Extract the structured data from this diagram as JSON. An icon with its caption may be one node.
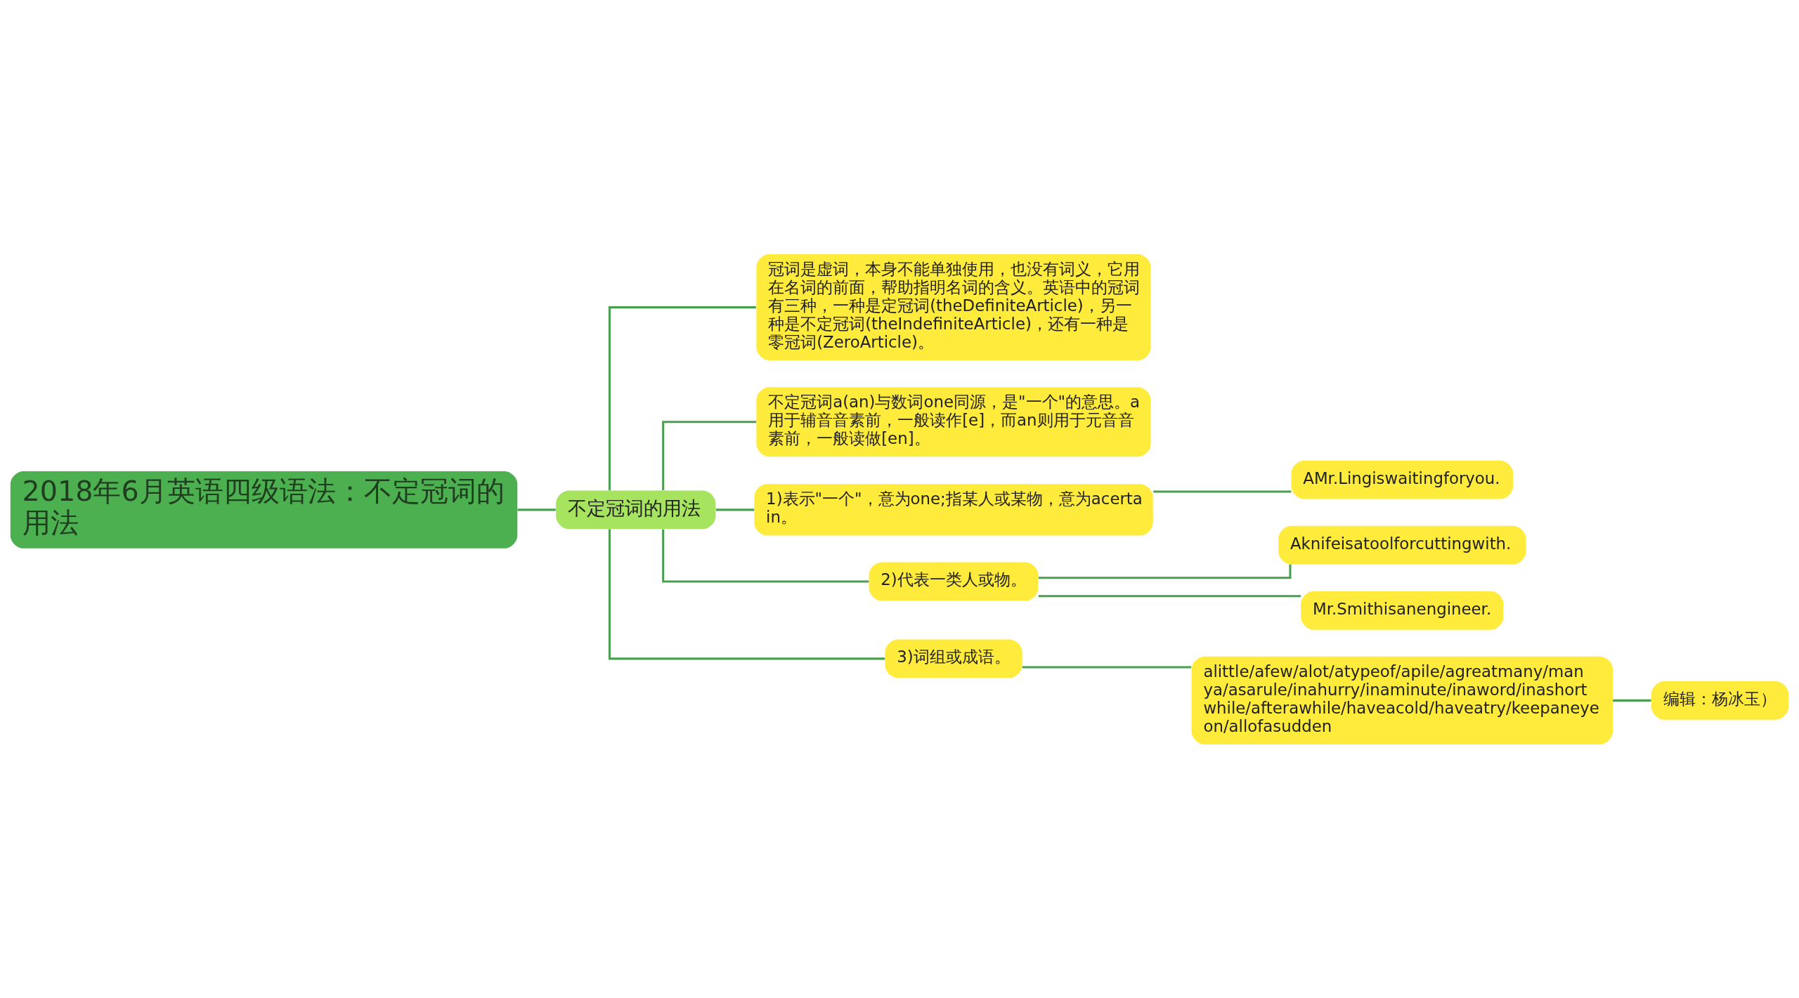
{
  "diagram": {
    "nodes": [
      {
        "text": [
          "2018年6月英语四级语法：不定冠词的用法"
        ]
      },
      {
        "text": [
          "不定冠词的用法"
        ]
      },
      {
        "text": [
          "冠词是虚词，本身不能单独使用，也没有词义，它用在名词的前面，帮助指明名词的含义。英语中的冠词有三种，一种是定冠词(theDefiniteArticle)，另一种是不定冠词(theIndefiniteArticle)，还有一种是零冠词(ZeroArticle)。"
        ]
      },
      {
        "text": [
          "不定冠词a(an)与数词one同源，是\"一个\"的意思。a用于辅音音素前，一般读作[e]，而an则用于元音音素前，一般读做[en]。"
        ]
      },
      {
        "text": [
          "1)表示\"一个\"，意为one;指某人或某物，意为acertain。"
        ]
      },
      {
        "text": [
          "AMr.Lingiswaitingforyou."
        ]
      },
      {
        "text": [
          "2)代表一类人或物。"
        ]
      },
      {
        "text": [
          "Aknifeisatoolforcuttingwith."
        ]
      },
      {
        "text": [
          "Mr.Smithisanengineer."
        ]
      },
      {
        "text": [
          "3)词组或成语。"
        ]
      },
      {
        "text": [
          "alittle/afew/alot/atypeof/apile/agreatmany/manya/asarule/inahurry/inaminute/inaword/inashortwhile/afterawhile/haveacold/haveatry/keepaneyeon/allofasudden"
        ]
      },
      {
        "text": [
          "编辑：杨冰玉）"
        ]
      }
    ],
    "edges": [
      {
        "from": 0,
        "to": 1,
        "arrow": "none"
      },
      {
        "from": 1,
        "to": 2,
        "arrow": "none"
      },
      {
        "from": 1,
        "to": 3,
        "arrow": "none"
      },
      {
        "from": 1,
        "to": 4,
        "arrow": "none"
      },
      {
        "from": 1,
        "to": 6,
        "arrow": "none"
      },
      {
        "from": 1,
        "to": 9,
        "arrow": "none"
      },
      {
        "from": 4,
        "to": 5,
        "arrow": "none"
      },
      {
        "from": 6,
        "to": 7,
        "arrow": "none"
      },
      {
        "from": 6,
        "to": 8,
        "arrow": "none"
      },
      {
        "from": 9,
        "to": 10,
        "arrow": "none"
      },
      {
        "from": 10,
        "to": 11,
        "arrow": "none"
      }
    ]
  }
}
